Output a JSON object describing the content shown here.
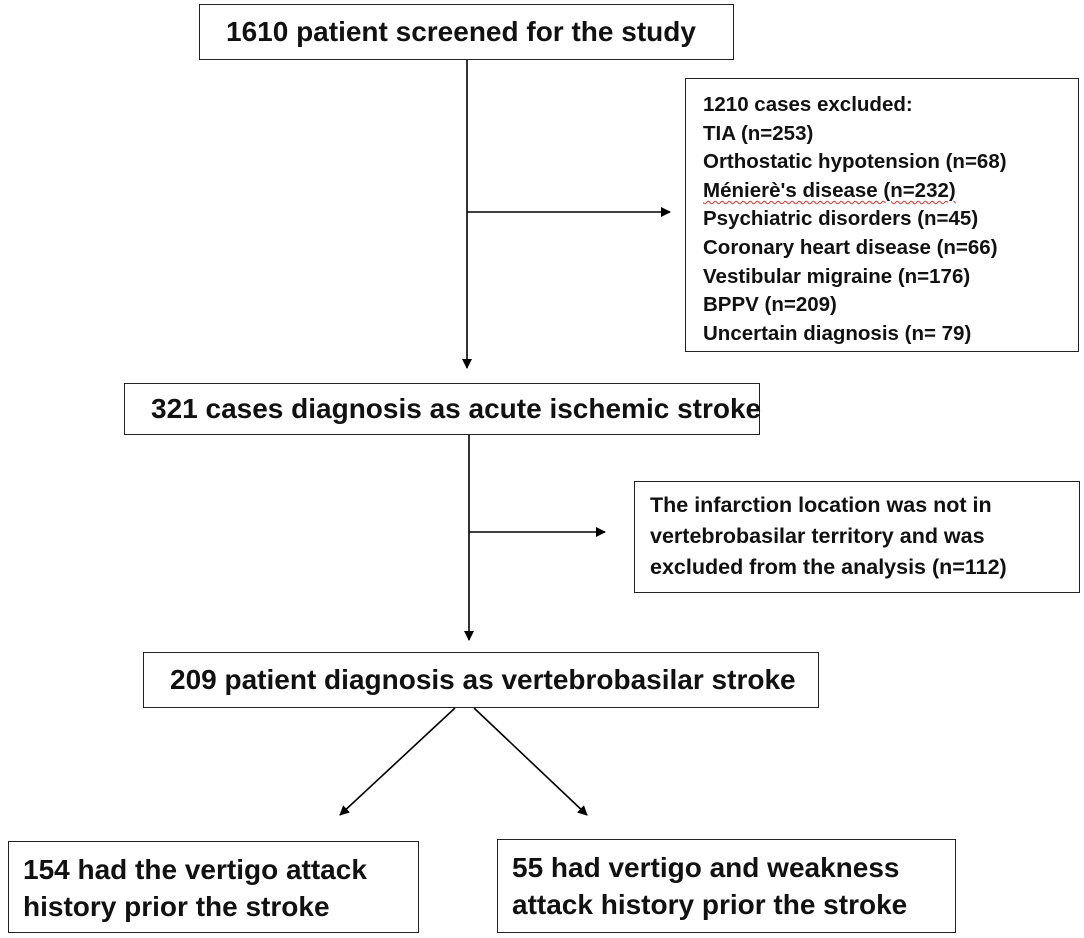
{
  "screened": "1610 patient screened for the study",
  "exclusion1": {
    "title": "1210 cases excluded:",
    "items": [
      "TIA (n=253)",
      "Orthostatic hypotension (n=68)",
      "Ménierè's disease (n=232)",
      "Psychiatric disorders (n=45)",
      "Coronary heart disease (n=66)",
      "Vestibular migraine (n=176)",
      "BPPV (n=209)",
      "Uncertain diagnosis (n= 79)"
    ]
  },
  "acute": "321 cases diagnosis as acute ischemic stroke",
  "exclusion2": {
    "lines": [
      "The infarction location was not in",
      "vertebrobasilar territory and was",
      "excluded from the analysis (n=112)"
    ]
  },
  "vertebrobasilar": "209 patient diagnosis as vertebrobasilar stroke",
  "outcome_a": {
    "lines": [
      "154 had the vertigo attack",
      "history prior the stroke"
    ]
  },
  "outcome_b": {
    "lines": [
      "55 had vertigo and weakness",
      "attack history prior the stroke"
    ]
  },
  "colors": {
    "line": "#000000",
    "border": "#222222",
    "squiggle": "#d93025"
  }
}
